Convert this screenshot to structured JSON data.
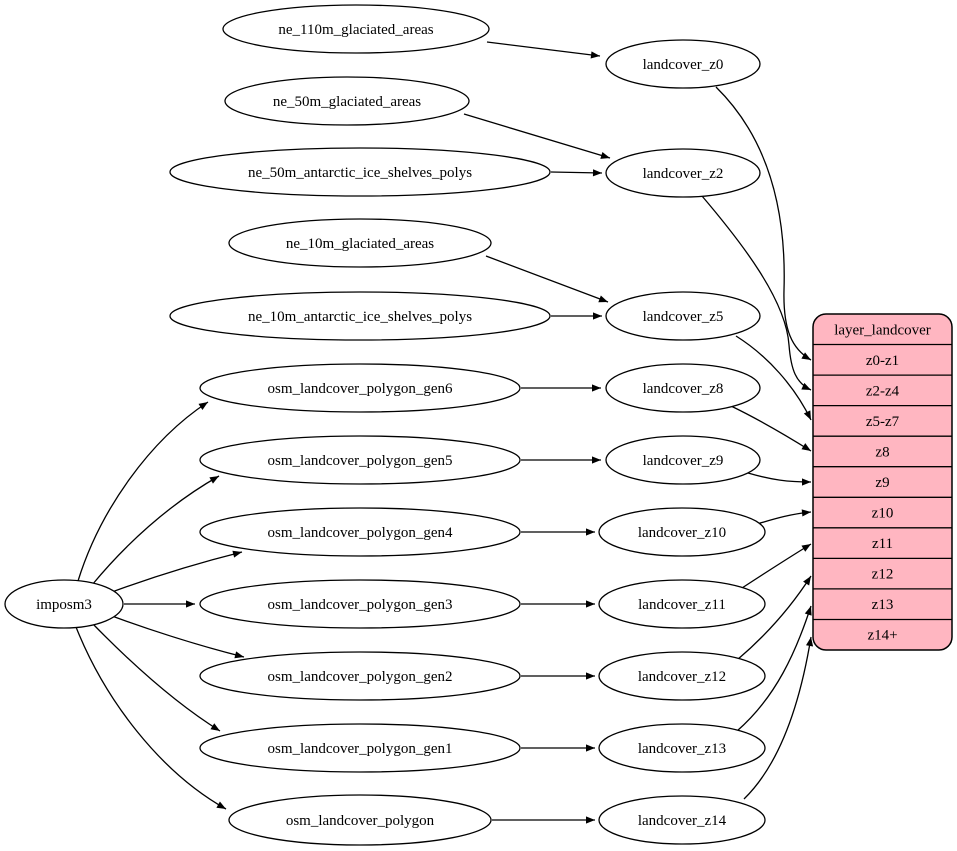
{
  "colors": {
    "background": "#ffffff",
    "node_fill": "#ffffff",
    "stroke": "#000000",
    "table_fill": "#ffb6c1"
  },
  "nodes": {
    "imposm3": "imposm3",
    "ne_110m_glaciated_areas": "ne_110m_glaciated_areas",
    "ne_50m_glaciated_areas": "ne_50m_glaciated_areas",
    "ne_50m_antarctic_ice_shelves_polys": "ne_50m_antarctic_ice_shelves_polys",
    "ne_10m_glaciated_areas": "ne_10m_glaciated_areas",
    "ne_10m_antarctic_ice_shelves_polys": "ne_10m_antarctic_ice_shelves_polys",
    "osm_landcover_polygon_gen6": "osm_landcover_polygon_gen6",
    "osm_landcover_polygon_gen5": "osm_landcover_polygon_gen5",
    "osm_landcover_polygon_gen4": "osm_landcover_polygon_gen4",
    "osm_landcover_polygon_gen3": "osm_landcover_polygon_gen3",
    "osm_landcover_polygon_gen2": "osm_landcover_polygon_gen2",
    "osm_landcover_polygon_gen1": "osm_landcover_polygon_gen1",
    "osm_landcover_polygon": "osm_landcover_polygon",
    "landcover_z0": "landcover_z0",
    "landcover_z2": "landcover_z2",
    "landcover_z5": "landcover_z5",
    "landcover_z8": "landcover_z8",
    "landcover_z9": "landcover_z9",
    "landcover_z10": "landcover_z10",
    "landcover_z11": "landcover_z11",
    "landcover_z12": "landcover_z12",
    "landcover_z13": "landcover_z13",
    "landcover_z14": "landcover_z14"
  },
  "table": {
    "title": "layer_landcover",
    "rows": [
      "z0-z1",
      "z2-z4",
      "z5-z7",
      "z8",
      "z9",
      "z10",
      "z11",
      "z12",
      "z13",
      "z14+"
    ]
  }
}
